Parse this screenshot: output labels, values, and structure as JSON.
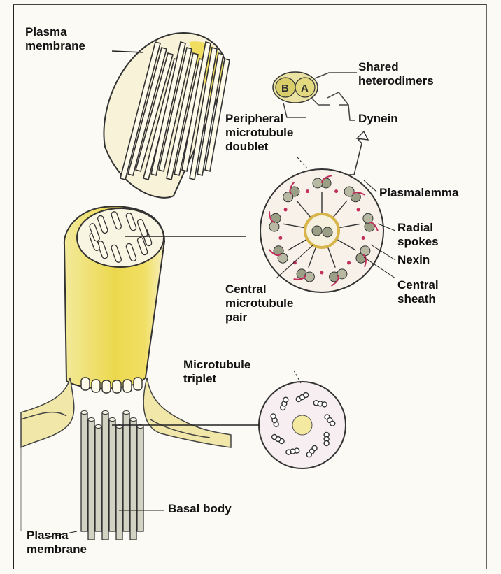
{
  "diagram": {
    "labels": {
      "plasma_membrane_top": [
        "Plasma",
        "membrane"
      ],
      "shared_heterodimers": [
        "Shared",
        "heterodimers"
      ],
      "dynein": "Dynein",
      "peripheral_doublet": [
        "Peripheral",
        "microtubule",
        "doublet"
      ],
      "plasmalemma": "Plasmalemma",
      "radial_spokes": [
        "Radial",
        "spokes"
      ],
      "nexin": "Nexin",
      "central_sheath": [
        "Central",
        "sheath"
      ],
      "central_pair": [
        "Central",
        "microtubule",
        "pair"
      ],
      "microtubule_triplet": [
        "Microtubule",
        "triplet"
      ],
      "basal_body": "Basal body",
      "plasma_membrane_bottom": [
        "Plasma",
        "membrane"
      ]
    },
    "heterodimer_letters": [
      "B",
      "A"
    ],
    "colors": {
      "cilium_yellow": "#f2e06a",
      "membrane_fill": "#f6efcf",
      "doublet_gray": "#9a9f86",
      "spoke_red": "#c0305a",
      "outline": "#333333"
    }
  }
}
